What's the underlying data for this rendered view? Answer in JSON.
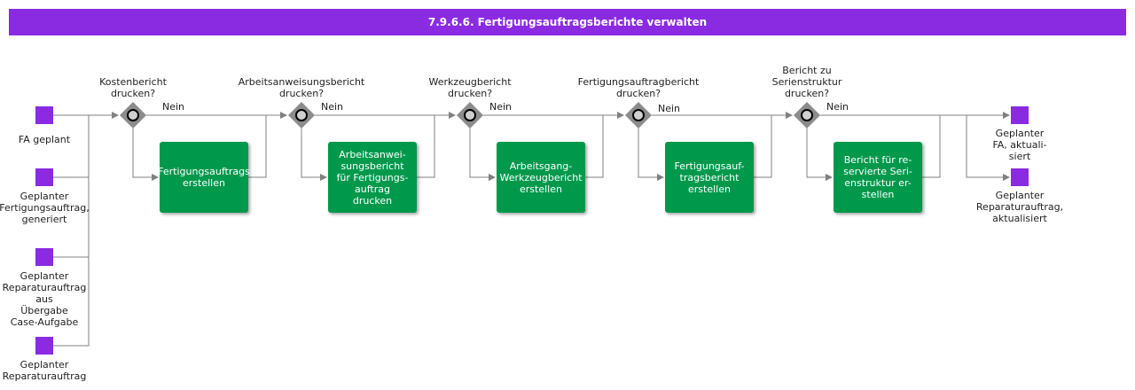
{
  "header": {
    "title": "7.9.6.6. Fertigungsauftragsberichte verwalten"
  },
  "inputs": [
    {
      "label": "FA geplant"
    },
    {
      "label": "Geplanter\nFertigungsauftrag,\ngeneriert"
    },
    {
      "label": "Geplanter\nReparaturauftrag\naus\nÜbergabe\nCase-Aufgabe"
    },
    {
      "label": "Geplanter\nReparaturauftrag"
    }
  ],
  "gateways": [
    {
      "question": "Kostenbericht\ndrucken?",
      "no_label": "Nein"
    },
    {
      "question": "Arbeitsanweisungsbericht\ndrucken?",
      "no_label": "Nein"
    },
    {
      "question": "Werkzeugbericht\ndrucken?",
      "no_label": "Nein"
    },
    {
      "question": "Fertigungsauftragbericht\ndrucken?",
      "no_label": "Nein"
    },
    {
      "question": "Bericht zu\nSerienstruktur\ndrucken?",
      "no_label": "Nein"
    }
  ],
  "tasks": [
    {
      "label": "Fertigungsauftrags\nerstellen"
    },
    {
      "label": "Arbeitsanwei-\nsungsbericht\nfür  Fertigungs-\nauftrag\ndrucken"
    },
    {
      "label": "Arbeitsgang-\nWerkzeugbericht\nerstellen"
    },
    {
      "label": "Fertigungsauf-\ntragsbericht\nerstellen"
    },
    {
      "label": "Bericht für re-\nservierte Seri-\nenstruktur er-\nstellen"
    }
  ],
  "outputs": [
    {
      "label": "Geplanter\nFA, aktuali-\nsiert"
    },
    {
      "label": "Geplanter\nReparaturauftrag,\naktualisiert"
    }
  ],
  "colors": {
    "header": "#8a2be2",
    "event": "#8a2be2",
    "task": "#00994c",
    "gateway": "#8c8c8c",
    "connector": "#808080"
  }
}
